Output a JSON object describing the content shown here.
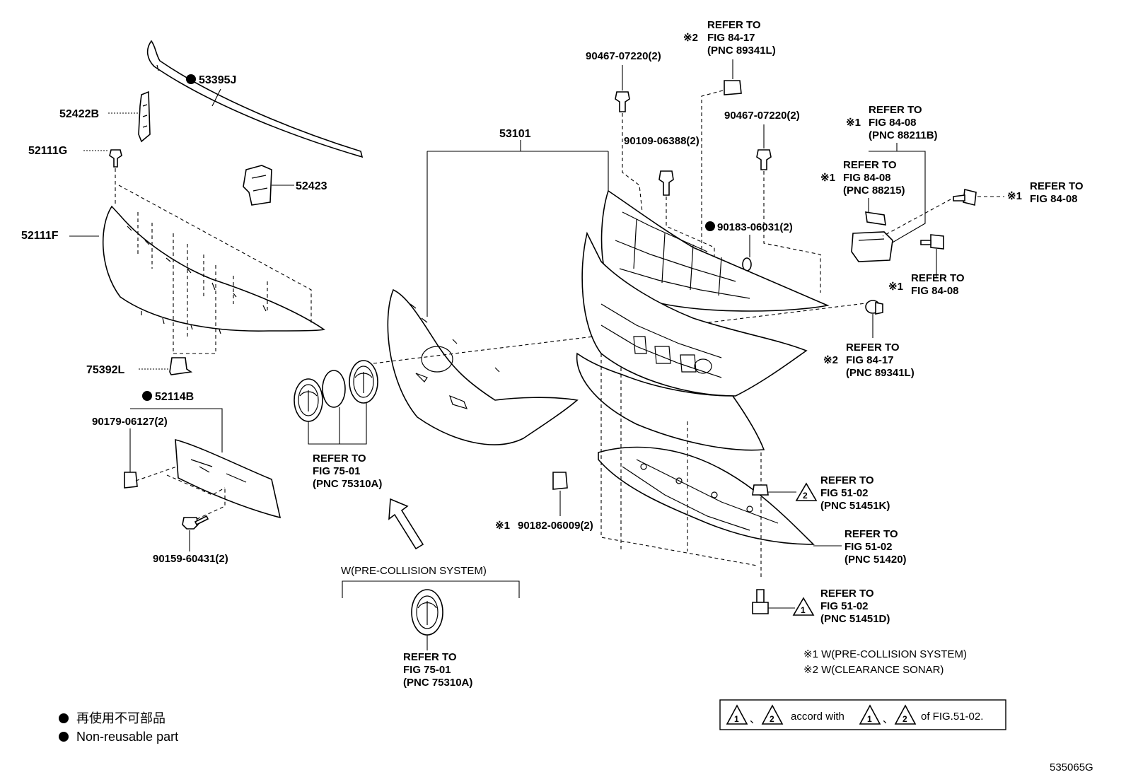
{
  "diagram": {
    "labels": {
      "p53395J": "53395J",
      "p52422B": "52422B",
      "p52111G": "52111G",
      "p52423": "52423",
      "p52111F": "52111F",
      "p75392L": "75392L",
      "p52114B": "52114B",
      "p90179": "90179-06127(2)",
      "p90159": "90159-60431(2)",
      "p53101": "53101",
      "p90467a": "90467-07220(2)",
      "p90467b": "90467-07220(2)",
      "p90109": "90109-06388(2)",
      "p90183": "90183-06031(2)",
      "p90182": "90182-06009(2)"
    },
    "refs": {
      "r1": [
        "REFER TO",
        "FIG 84-17",
        "(PNC 89341L)"
      ],
      "r2": [
        "REFER TO",
        "FIG 84-08",
        "(PNC 88211B)"
      ],
      "r3": [
        "REFER TO",
        "FIG 84-08",
        "(PNC 88215)"
      ],
      "r4": [
        "REFER TO",
        "FIG 84-08"
      ],
      "r5": [
        "REFER TO",
        "FIG 84-08"
      ],
      "r6": [
        "REFER TO",
        "FIG 84-17",
        "(PNC 89341L)"
      ],
      "r7": [
        "REFER TO",
        "FIG 75-01",
        "(PNC 75310A)"
      ],
      "r8": [
        "REFER TO",
        "FIG 51-02",
        "(PNC 51451K)"
      ],
      "r9": [
        "REFER TO",
        "FIG 51-02",
        "(PNC 51420)"
      ],
      "r10": [
        "REFER TO",
        "FIG 51-02",
        "(PNC 51451D)"
      ],
      "r11": [
        "REFER TO",
        "FIG 75-01",
        "(PNC 75310A)"
      ]
    },
    "marks": {
      "m1": "※1",
      "m2": "※2",
      "tri1": "1",
      "tri2": "2"
    },
    "option_label": "W(PRE-COLLISION SYSTEM)",
    "notes": [
      "※1 W(PRE-COLLISION SYSTEM)",
      "※2 W(CLEARANCE SONAR)"
    ],
    "accord": {
      "sep": "、",
      "middle": "accord with",
      "end": "of FIG.51-02."
    },
    "legend": {
      "jp": "再使用不可部品",
      "en": "Non-reusable part"
    },
    "figure_id": "535065G"
  }
}
